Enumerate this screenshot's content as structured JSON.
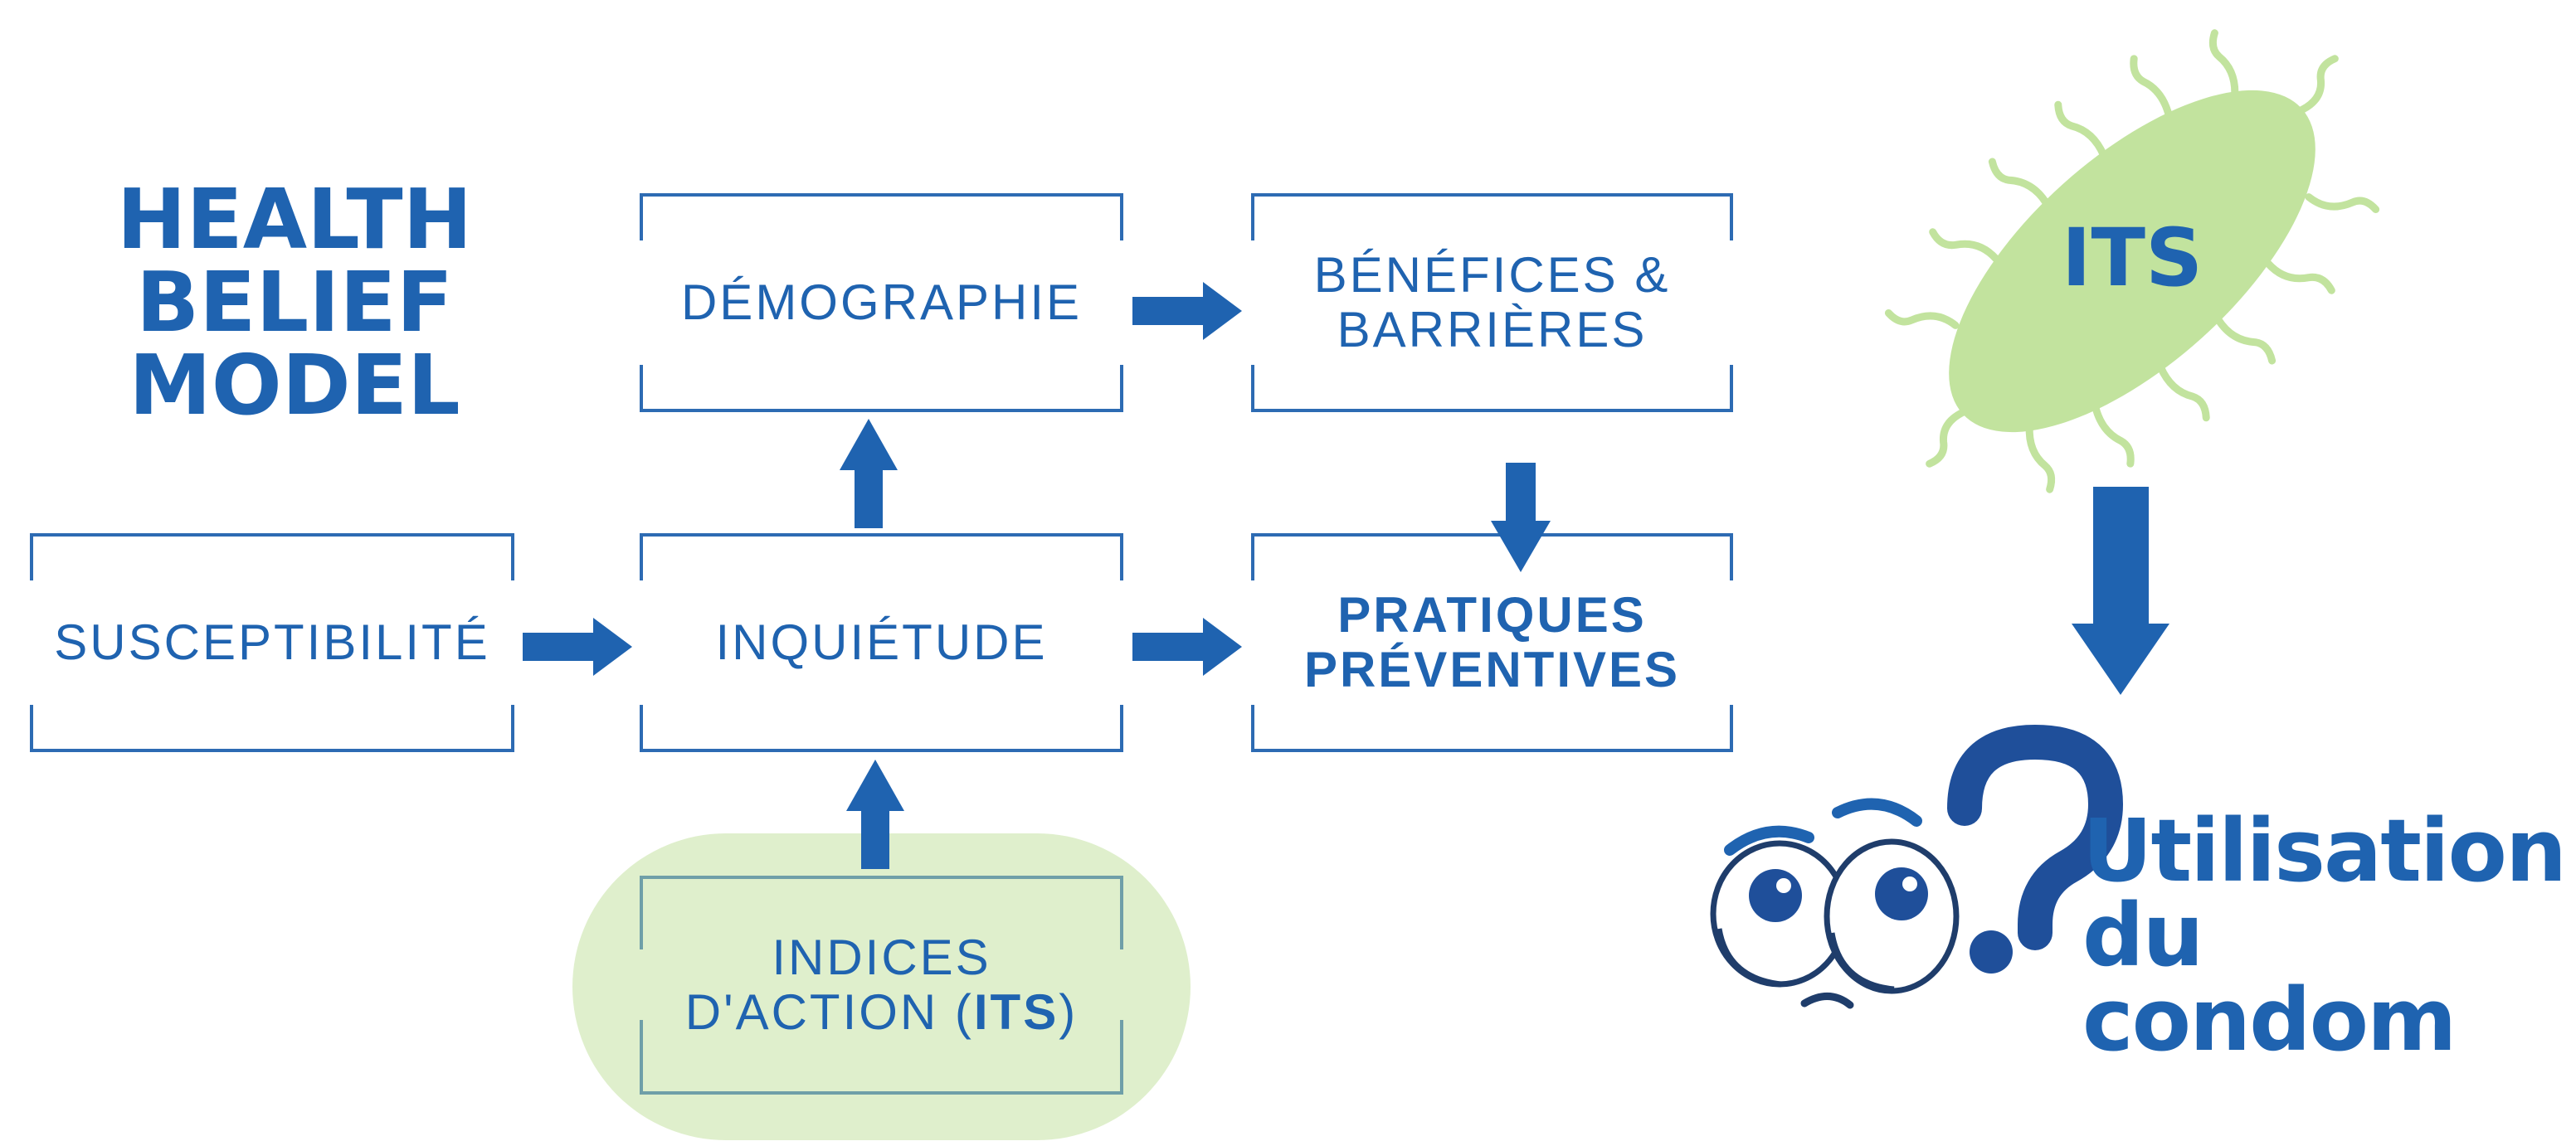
{
  "title_lines": [
    "HEALTH",
    "BELIEF",
    "MODEL"
  ],
  "boxes": {
    "demographie": "DÉMOGRAPHIE",
    "benefices_line1": "BÉNÉFICES &",
    "benefices_line2": "BARRIÈRES",
    "susceptibilite": "SUSCEPTIBILITÉ",
    "inquietude": "INQUIÉTUDE",
    "pratiques_line1": "PRATIQUES",
    "pratiques_line2": "PRÉVENTIVES",
    "indices_line1": "INDICES",
    "indices_line2_prefix": "D'ACTION (",
    "indices_line2_bold": "ITS",
    "indices_line2_suffix": ")"
  },
  "bacterium_label": "ITS",
  "outcome_lines": [
    "Utilisation",
    "du condom"
  ],
  "colors": {
    "brand_blue": "#1f63b0",
    "box_border": "#2d6bb3",
    "bacterium_green": "#c2e39e",
    "pill_green": "#dfefcc",
    "pill_border": "#6f9fa8"
  },
  "icons": [
    "bacterium-icon",
    "thinking-face-icon",
    "question-mark-icon"
  ]
}
